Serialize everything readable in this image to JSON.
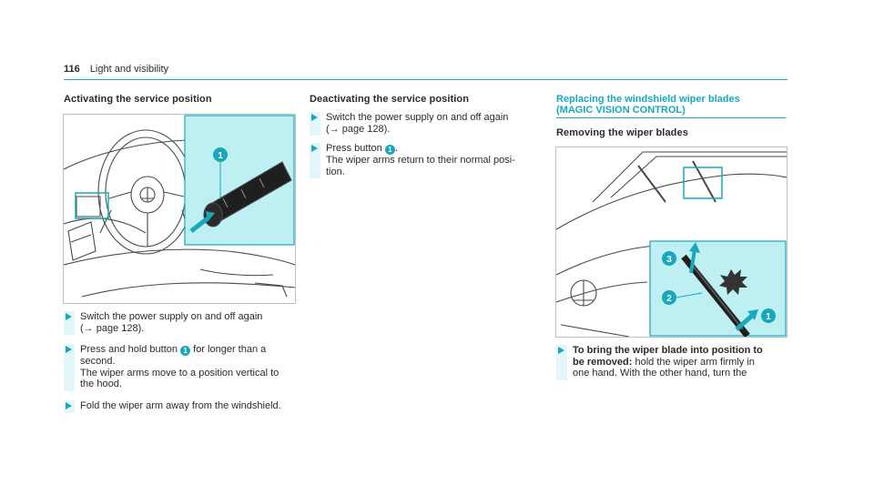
{
  "header": {
    "page_number": "116",
    "section": "Light and visibility"
  },
  "col1": {
    "title": "Activating the service position",
    "figure": {
      "callout_1": "1"
    },
    "steps": [
      {
        "lines": [
          "Switch the power supply on and off again",
          "(→ page 128)."
        ]
      },
      {
        "line1_a": "Press and hold button",
        "badge": "1",
        "line1_b": "for longer than a",
        "lines": [
          "second.",
          "The wiper arms move to a position vertical to",
          "the hood."
        ]
      },
      {
        "lines": [
          "Fold the wiper arm away from the windshield."
        ]
      }
    ]
  },
  "col2": {
    "title": "Deactivating the service position",
    "steps": [
      {
        "lines": [
          "Switch the power supply on and off again",
          "(→ page 128)."
        ]
      },
      {
        "line1_a": "Press button",
        "badge": "1",
        "line1_b": ".",
        "lines": [
          "The wiper arms return to their normal posi-",
          "tion."
        ]
      }
    ]
  },
  "col3": {
    "title_line1": "Replacing the windshield wiper blades",
    "title_line2": "(MAGIC VISION CONTROL)",
    "subtitle": "Removing the wiper blades",
    "figure": {
      "callout_1": "1",
      "callout_2": "2",
      "callout_3": "3"
    },
    "step": {
      "bold_1": "To bring the wiper blade into position to",
      "bold_2": "be removed:",
      "rest_2": " hold the wiper arm firmly in",
      "line3": "one hand. With the other hand, turn the"
    }
  },
  "colors": {
    "accent": "#19a8ba",
    "panel": "#bdeff3",
    "step_bar": "#e3f6f9"
  }
}
